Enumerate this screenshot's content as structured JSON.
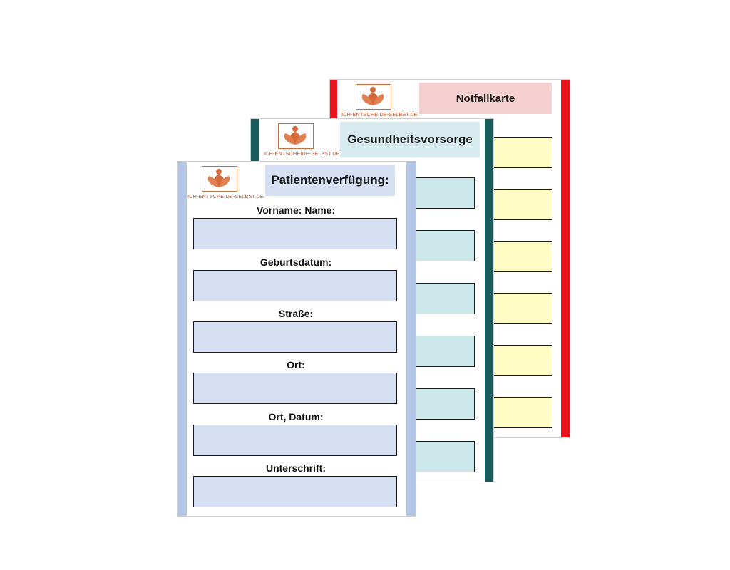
{
  "logo": {
    "wordmark": "ICH-ENTSCHEIDE-SELBST.DE",
    "colors": {
      "accent": "#c0552a",
      "flower": "#d4693a"
    }
  },
  "cards": {
    "notfall": {
      "title": "Notfallkarte",
      "colors": {
        "stripe": "#e8141c",
        "title_bg": "#f5d0d0",
        "field_bg": "#fefdc4"
      }
    },
    "gesundheit": {
      "title": "Gesundheitsvorsorge",
      "colors": {
        "stripe": "#1a5b5c",
        "title_bg": "#d8ecef",
        "field_bg": "#cde8ea"
      }
    },
    "patient": {
      "title": "Patientenverfügung:",
      "colors": {
        "stripe": "#b4c6e6",
        "title_bg": "#d6e0f2",
        "field_bg": "#d6e0f2"
      },
      "fields": [
        {
          "label": "Vorname: Name:"
        },
        {
          "label": "Geburtsdatum:"
        },
        {
          "label": "Straße:"
        },
        {
          "label": "Ort:"
        },
        {
          "label": "Ort, Datum:"
        },
        {
          "label": "Unterschrift:"
        }
      ]
    }
  }
}
